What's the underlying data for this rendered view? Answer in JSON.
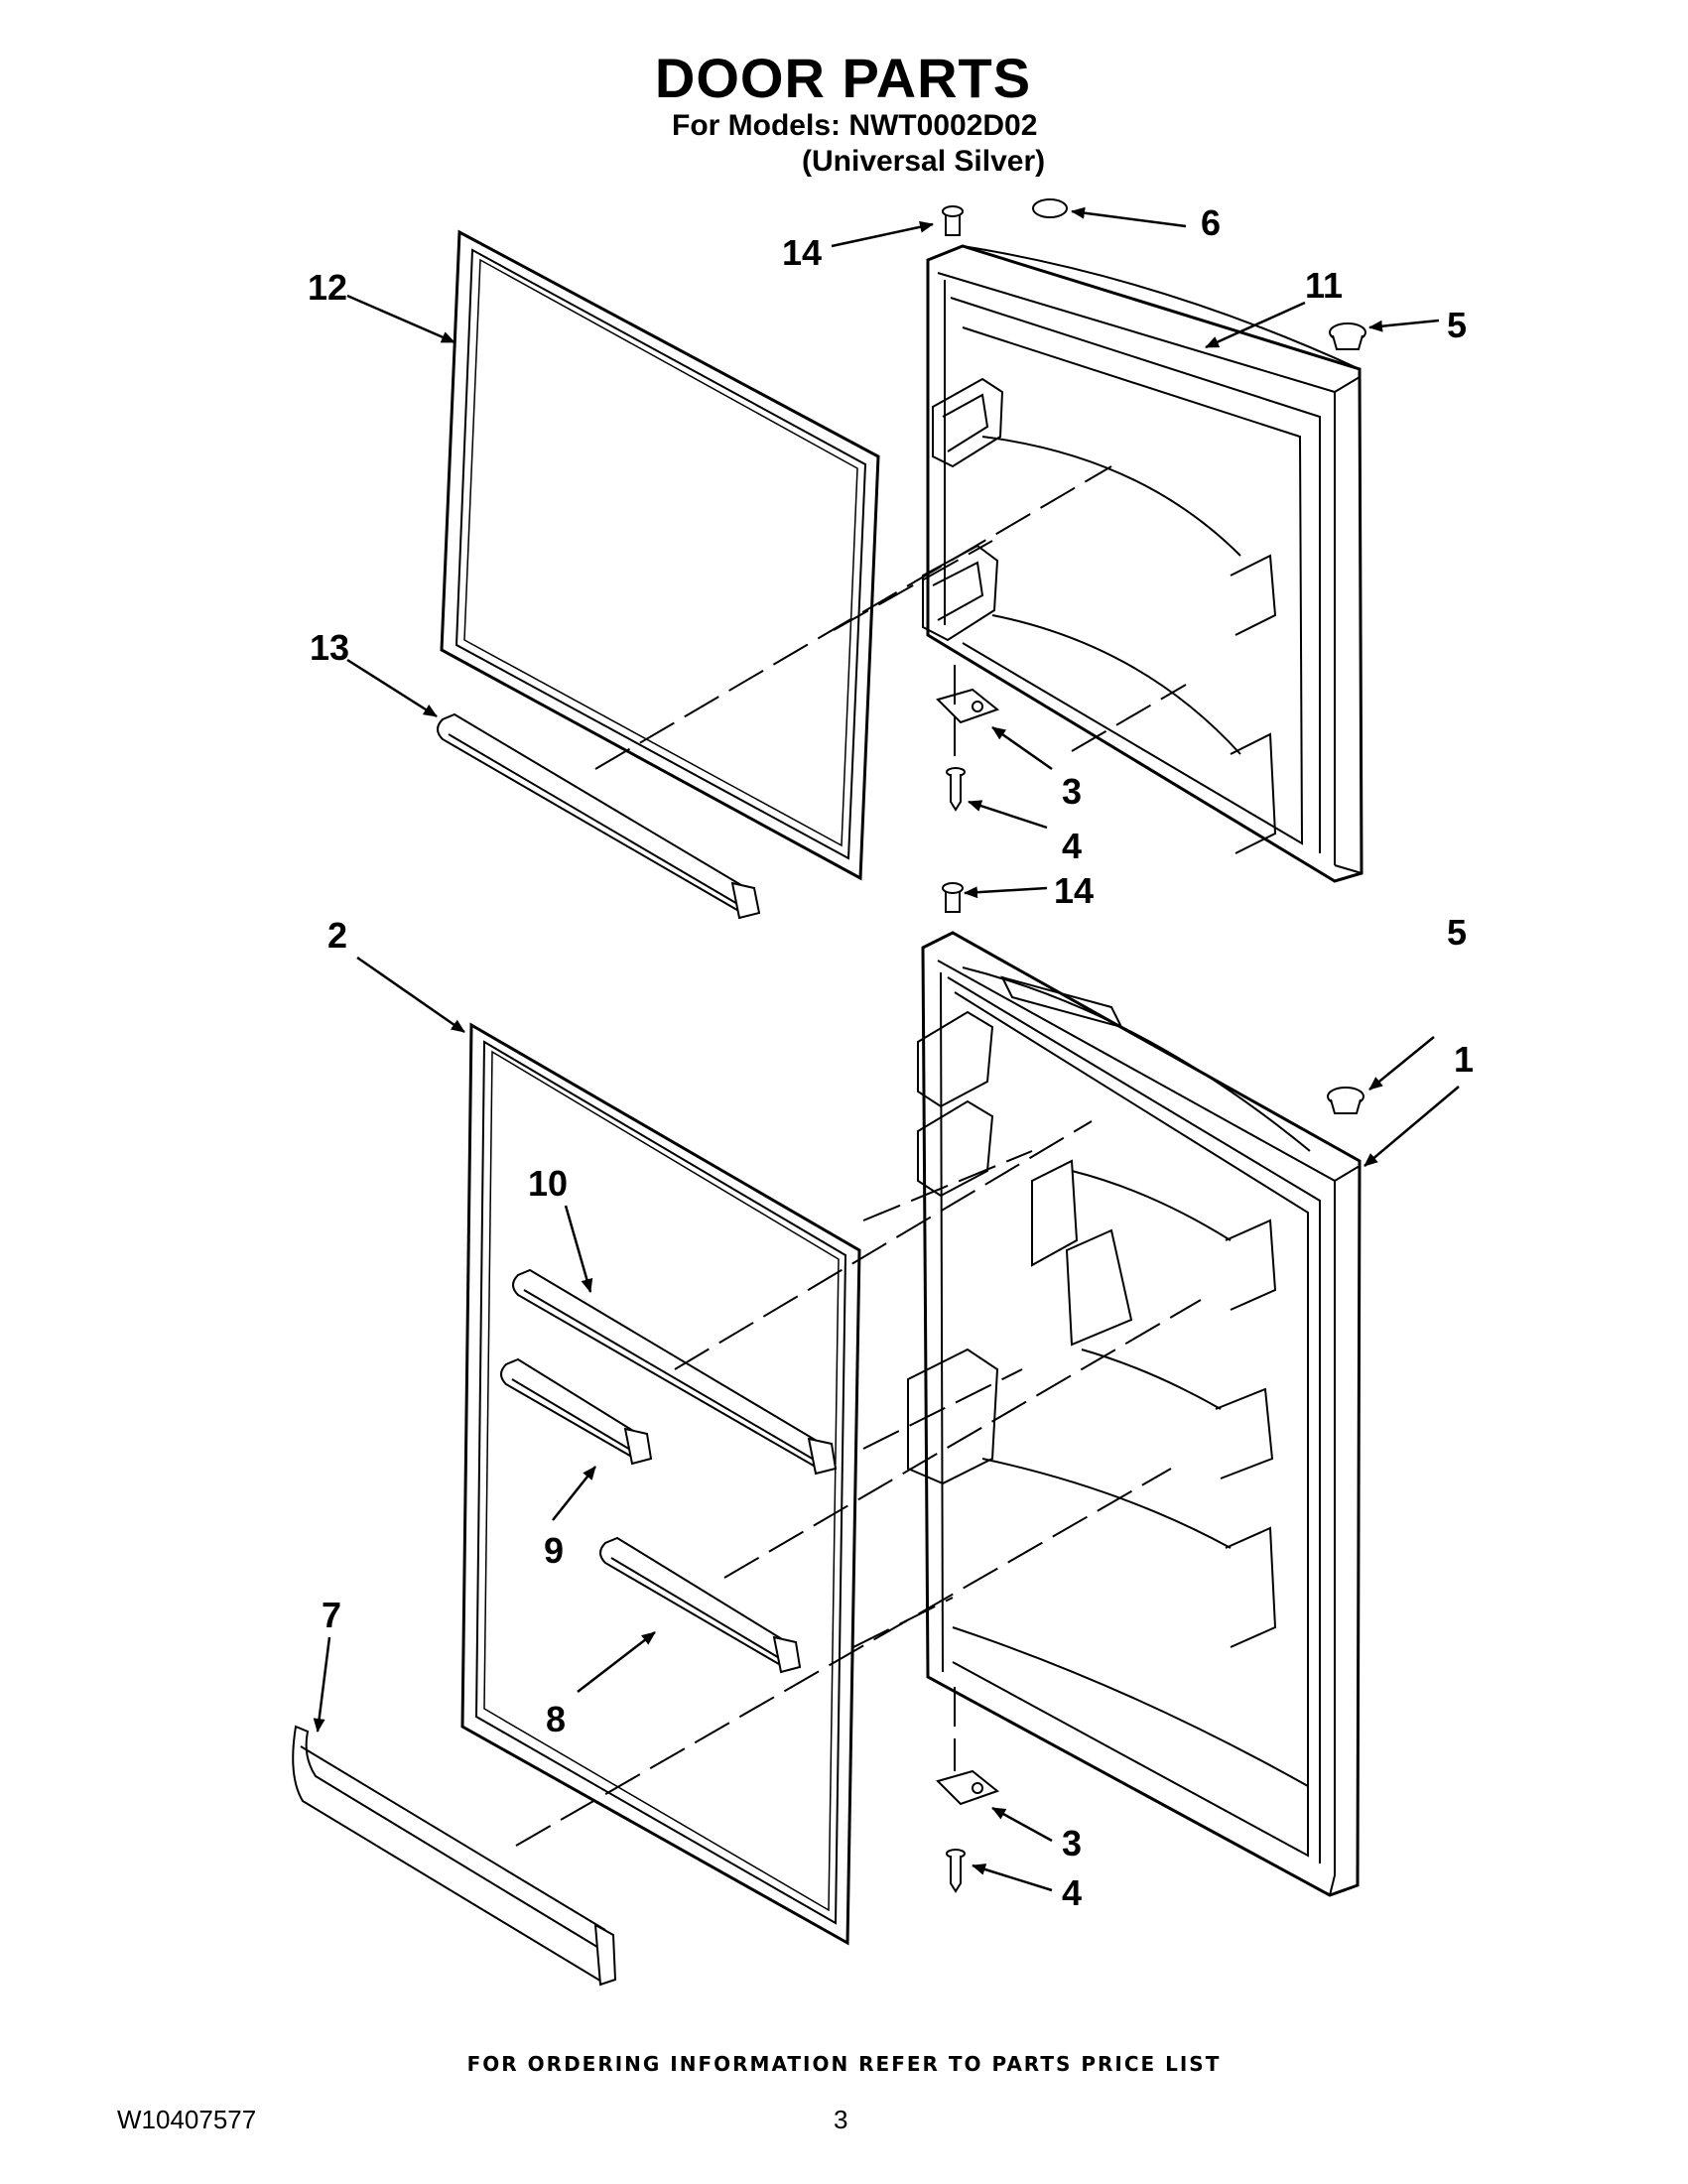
{
  "header": {
    "title": "DOOR PARTS",
    "models_line": "For Models: NWT0002D02",
    "color_line": "(Universal Silver)"
  },
  "callouts": {
    "c1": "1",
    "c2": "2",
    "c3a": "3",
    "c3b": "3",
    "c4a": "4",
    "c4b": "4",
    "c5a": "5",
    "c5b": "5",
    "c6": "6",
    "c7": "7",
    "c8": "8",
    "c9": "9",
    "c10": "10",
    "c11": "11",
    "c12": "12",
    "c13": "13",
    "c14a": "14",
    "c14b": "14"
  },
  "footer": {
    "ordering_note": "FOR ORDERING INFORMATION REFER TO PARTS PRICE LIST",
    "doc_id": "W10407577",
    "page_number": "3"
  }
}
